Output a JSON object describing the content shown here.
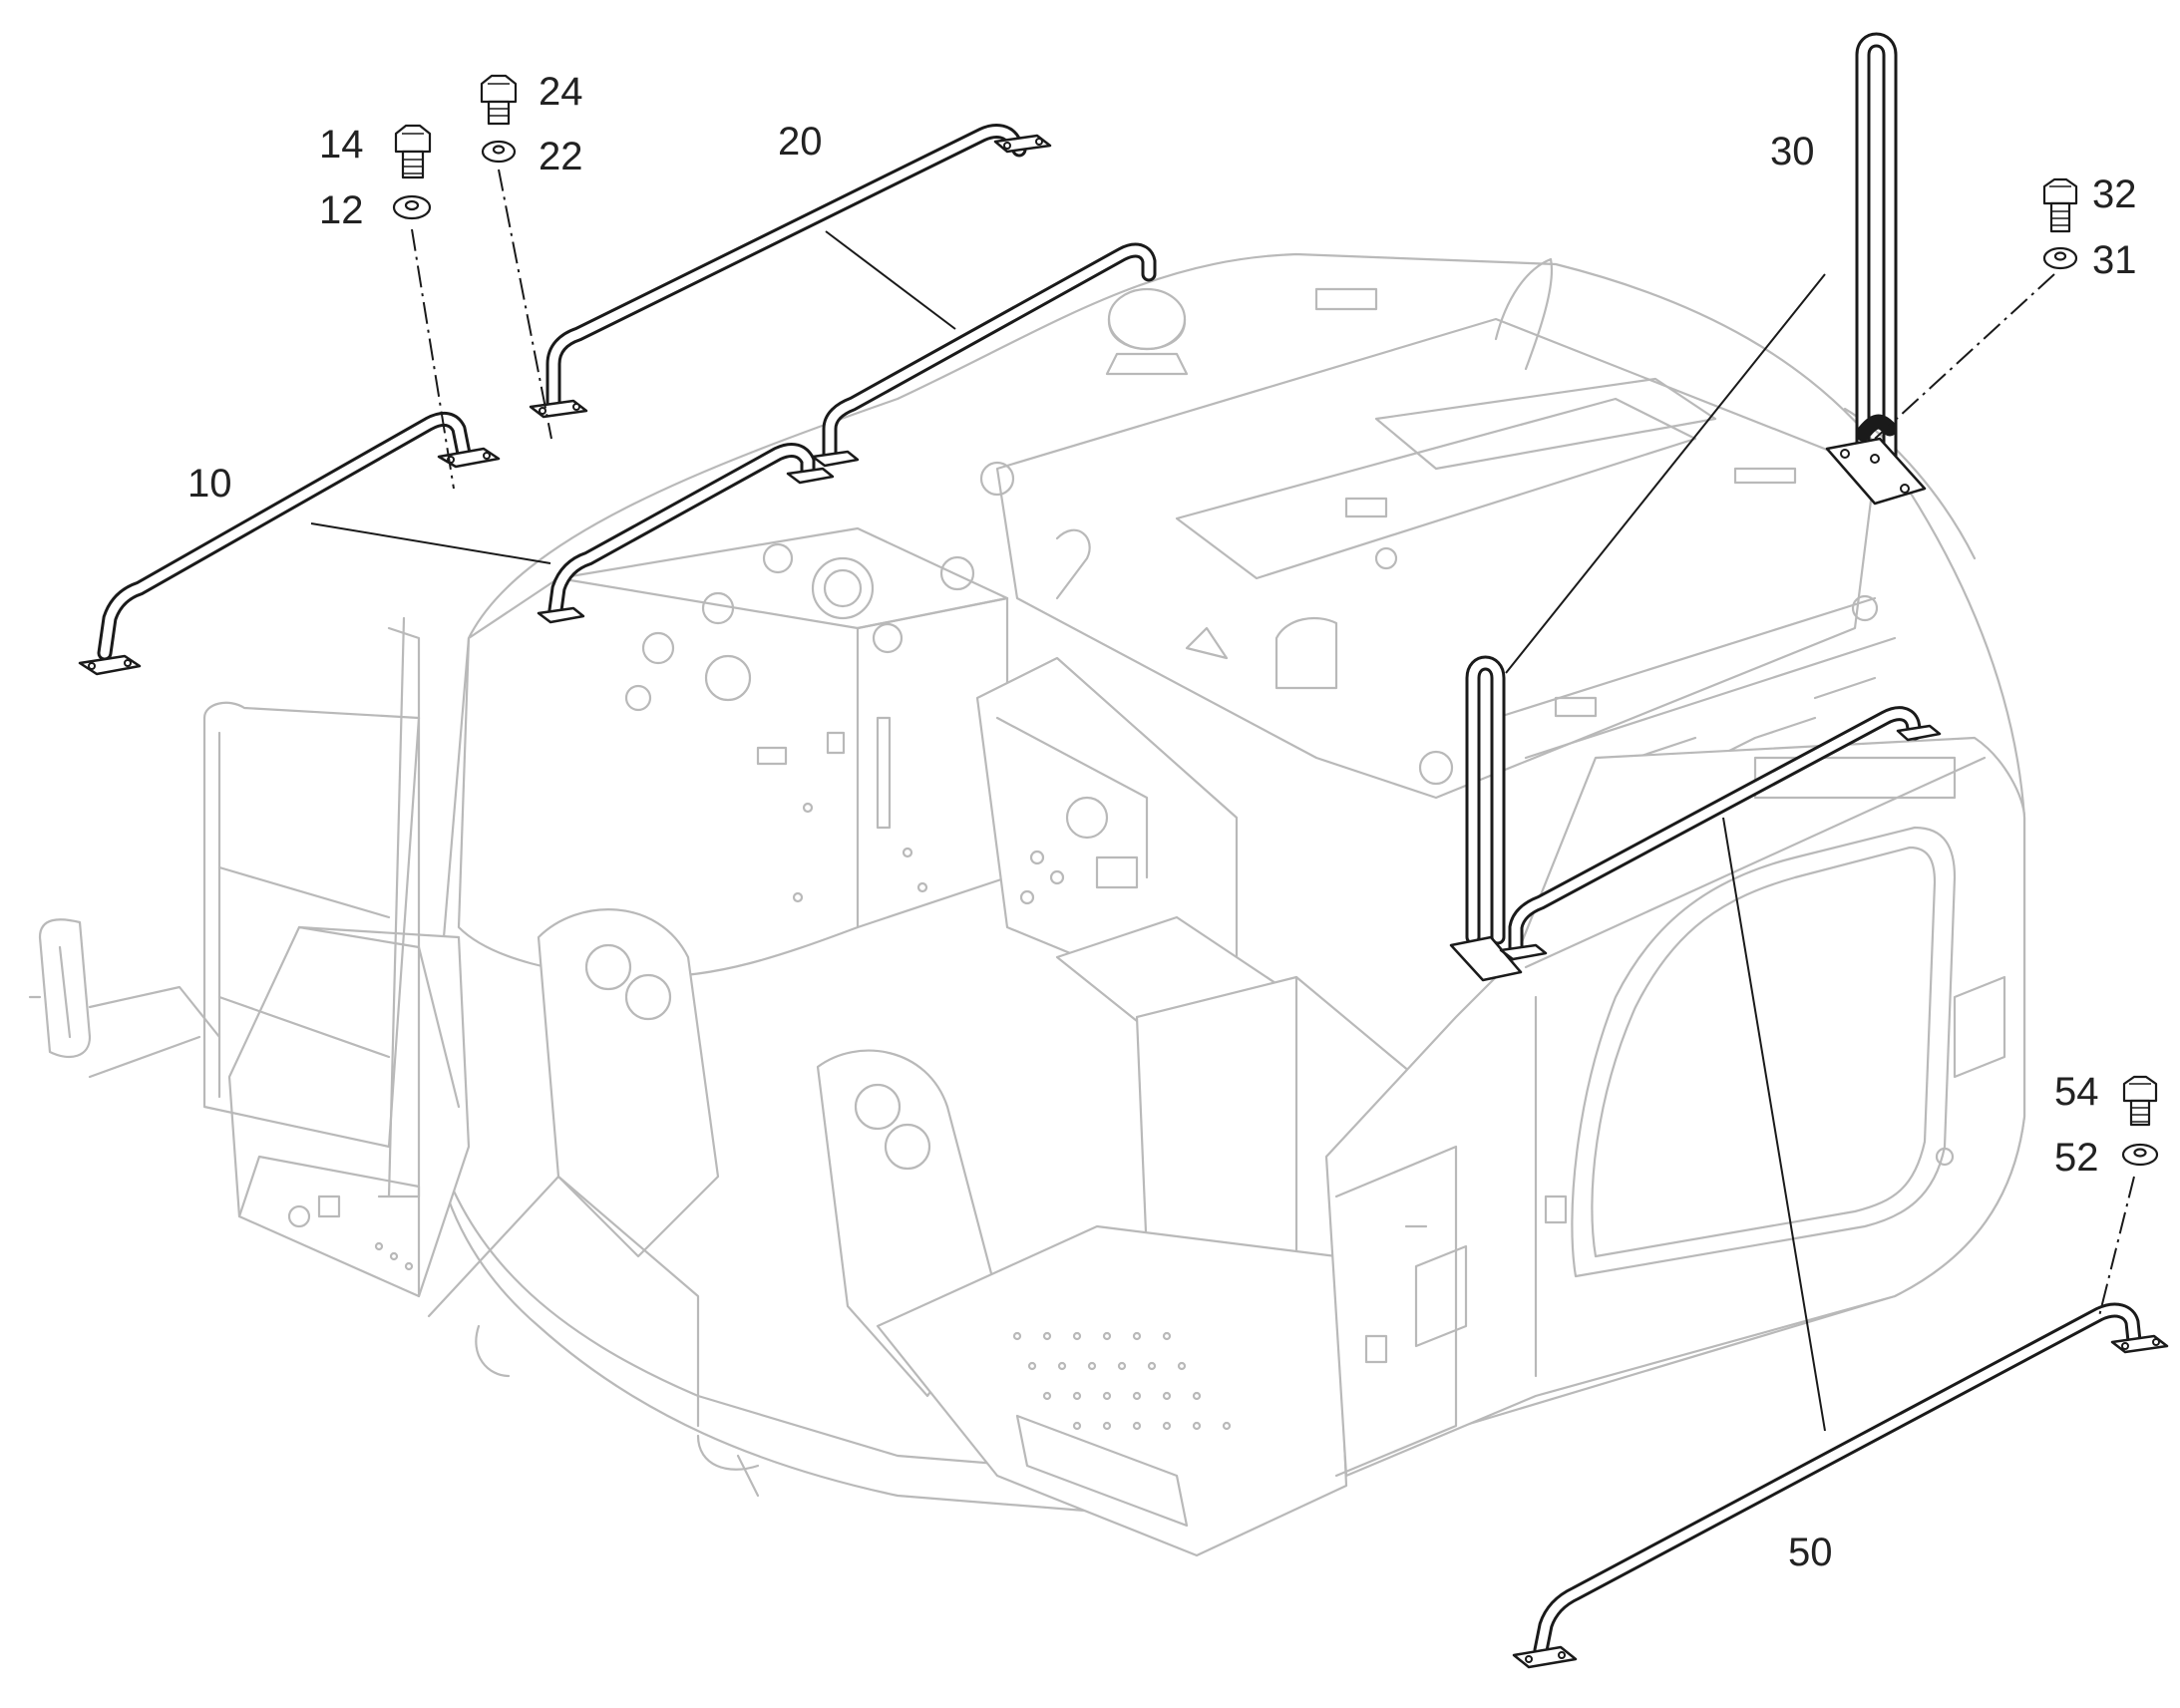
{
  "callouts": {
    "c10": "10",
    "c12": "12",
    "c14": "14",
    "c20": "20",
    "c22": "22",
    "c24": "24",
    "c30": "30",
    "c31": "31",
    "c32": "32",
    "c50": "50",
    "c52": "52",
    "c54": "54"
  }
}
